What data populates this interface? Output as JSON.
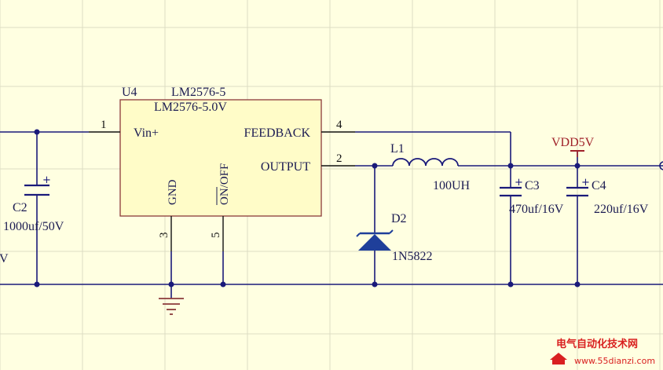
{
  "ic": {
    "designator": "U4",
    "part": "LM2576-5",
    "value": "LM2576-5.0V",
    "pins": {
      "vin": {
        "name": "Vin+",
        "num": "1"
      },
      "feedback": {
        "name": "FEEDBACK",
        "num": "4"
      },
      "output": {
        "name": "OUTPUT",
        "num": "2"
      },
      "gnd": {
        "name": "GND",
        "num": "3"
      },
      "onoff": {
        "name": "ON/OFF",
        "num": "5"
      }
    }
  },
  "components": {
    "c2": {
      "designator": "C2",
      "value": "1000uf/50V"
    },
    "l1": {
      "designator": "L1",
      "value": "100UH"
    },
    "d2": {
      "designator": "D2",
      "value": "1N5822"
    },
    "c3": {
      "designator": "C3",
      "value": "470uf/16V"
    },
    "c4": {
      "designator": "C4",
      "value": "220uf/16V"
    }
  },
  "power_port": {
    "label": "VDD5V"
  },
  "fragment_label": "V",
  "watermark": {
    "title": "电气自动化技术网",
    "url": "www.55dianzi.com"
  },
  "colors": {
    "background": "#ffffe1",
    "wire": "#1a1a7a",
    "ic_fill": "#fffcc8",
    "ic_border": "#8b3a3a",
    "power_port": "#a0222a",
    "diode": "#1f3f9a",
    "watermark": "#d92020"
  }
}
